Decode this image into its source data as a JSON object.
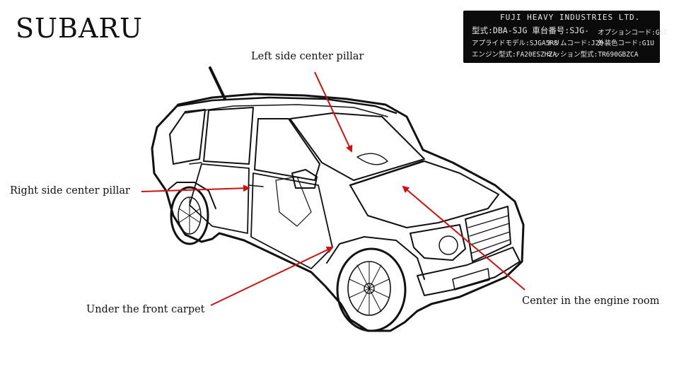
{
  "brand": "SUBARU",
  "plate": {
    "manufacturer": "FUJI HEAVY INDUSTRIES LTD.",
    "model_code": "型式:DBA-SJG 車台番号:SJG-",
    "option_code": "オプションコード:GSC",
    "applied_model": "アプライドモデル:SJGA5R8",
    "trim_code": "トリムコード:J20",
    "exterior_color": "外装色コード:G1U",
    "engine_model": "エンジン型式:FA20ESZHZA",
    "transmission_model": "ミッション型式:TR690GBZCA"
  },
  "labels": {
    "left_pillar": "Left side center pillar",
    "right_pillar": "Right side center pillar",
    "front_carpet": "Under the front carpet",
    "engine_room": "Center in the engine room"
  },
  "colors": {
    "arrow": "#d01010",
    "line": "#111111",
    "plate_bg": "#0b0b0b"
  }
}
